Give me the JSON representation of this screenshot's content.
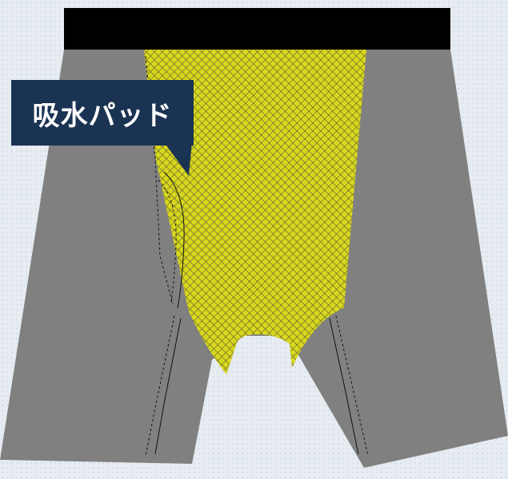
{
  "callout": {
    "label": "吸水パッド"
  },
  "colors": {
    "background": "#e6ecf1",
    "garment": "#808080",
    "waistband": "#000000",
    "pad": "#d8d81c",
    "label_box": "#1b3352",
    "label_text": "#ffffff"
  },
  "icons": {
    "garment": "boxer-briefs-illustration",
    "pad": "absorbent-pad-mesh"
  }
}
